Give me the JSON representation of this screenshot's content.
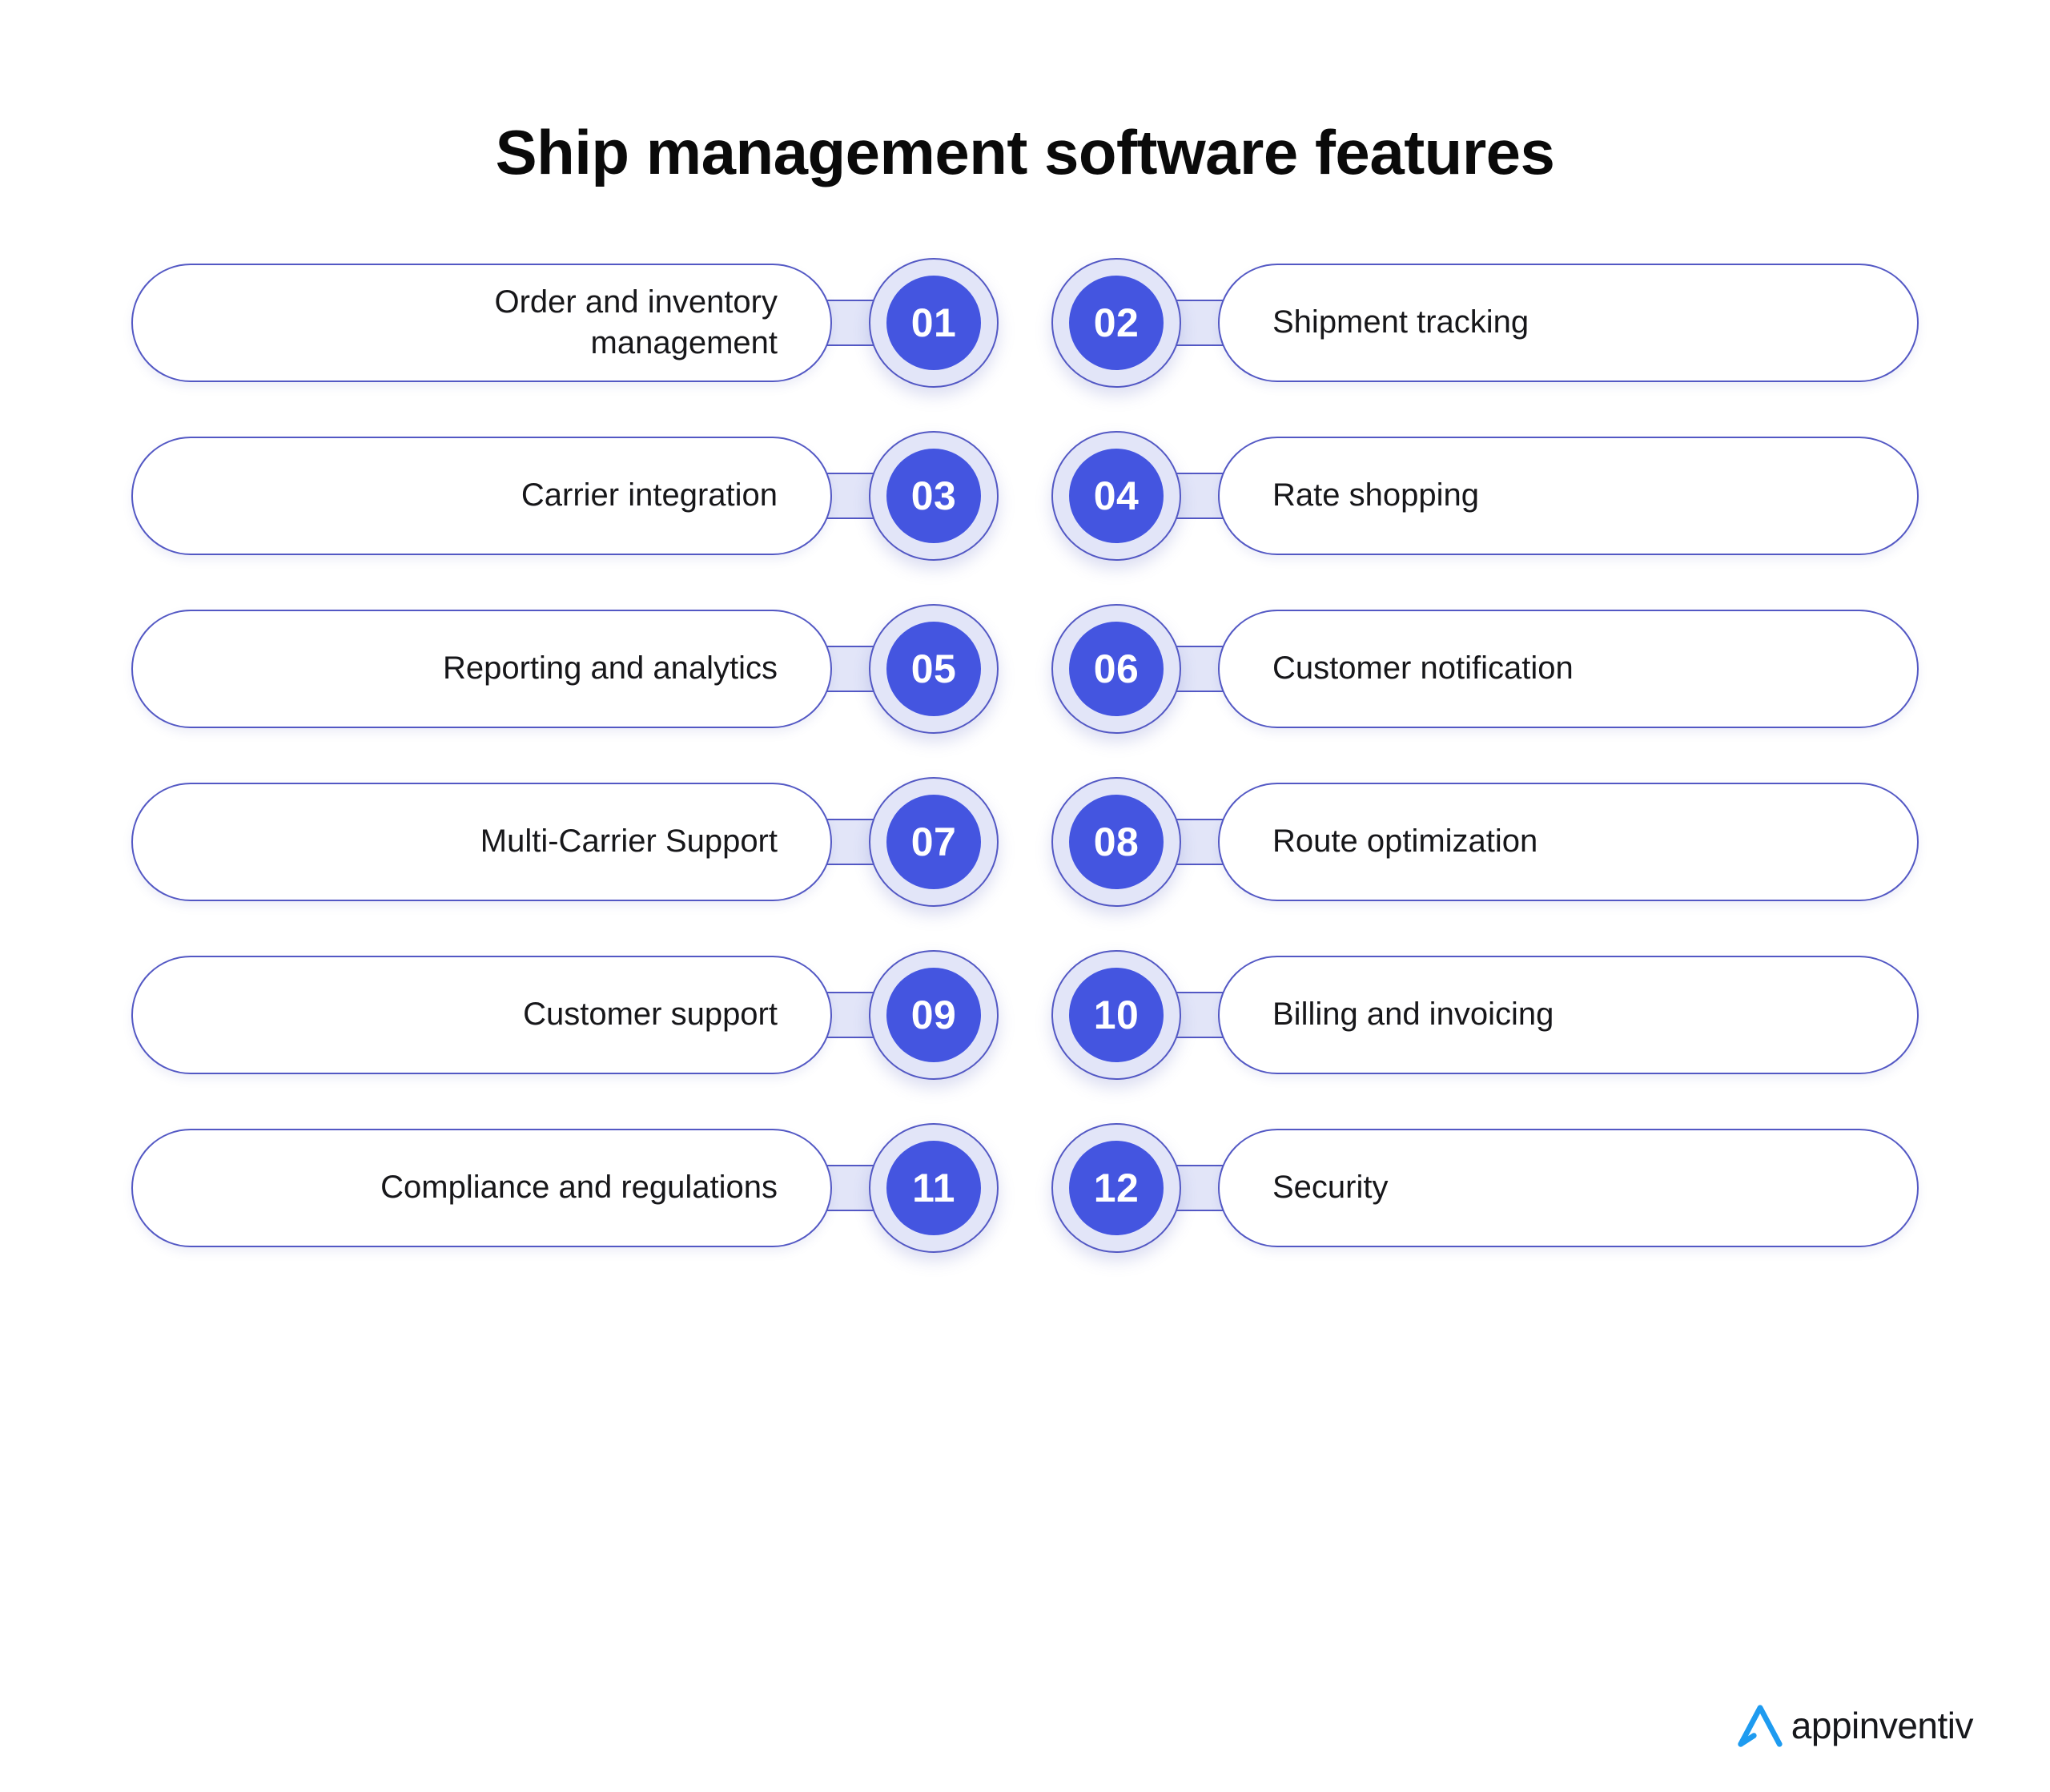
{
  "page": {
    "title": "Ship management software features",
    "background_color": "#ffffff"
  },
  "theme": {
    "accent_blue": "#4455e0",
    "border_blue": "#5358c4",
    "ring_fill": "#e2e5f8",
    "text_color": "#17171a",
    "logo_blue": "#1e9bf0"
  },
  "features": [
    {
      "number": "01",
      "label": "Order and inventory\nmanagement",
      "side": "left"
    },
    {
      "number": "02",
      "label": "Shipment tracking",
      "side": "right"
    },
    {
      "number": "03",
      "label": "Carrier integration",
      "side": "left"
    },
    {
      "number": "04",
      "label": "Rate shopping",
      "side": "right"
    },
    {
      "number": "05",
      "label": "Reporting and analytics",
      "side": "left"
    },
    {
      "number": "06",
      "label": "Customer notification",
      "side": "right"
    },
    {
      "number": "07",
      "label": "Multi-Carrier Support",
      "side": "left"
    },
    {
      "number": "08",
      "label": "Route optimization",
      "side": "right"
    },
    {
      "number": "09",
      "label": "Customer support",
      "side": "left"
    },
    {
      "number": "10",
      "label": "Billing and invoicing",
      "side": "right"
    },
    {
      "number": "11",
      "label": "Compliance and regulations",
      "side": "left"
    },
    {
      "number": "12",
      "label": "Security",
      "side": "right"
    }
  ],
  "logo": {
    "text": "appinventiv",
    "mark_name": "appinventiv-arrow-logo"
  }
}
